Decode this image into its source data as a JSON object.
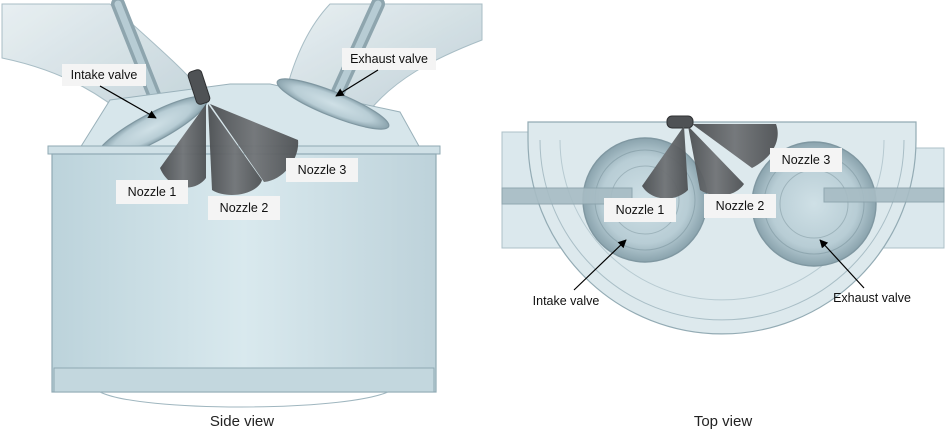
{
  "side_view": {
    "caption": "Side view",
    "labels": {
      "intake_valve": "Intake valve",
      "exhaust_valve": "Exhaust valve",
      "nozzle_1": "Nozzle 1",
      "nozzle_2": "Nozzle 2",
      "nozzle_3": "Nozzle 3"
    }
  },
  "top_view": {
    "caption": "Top view",
    "labels": {
      "nozzle_1": "Nozzle 1",
      "nozzle_2": "Nozzle 2",
      "nozzle_3": "Nozzle 3",
      "intake_valve": "Intake valve",
      "exhaust_valve": "Exhaust valve"
    }
  },
  "colors": {
    "cad_fill": "#c9dde4",
    "cad_stroke": "#8fa9b3",
    "spray": "#5a5d60",
    "label_box": "#f4f4f4"
  }
}
